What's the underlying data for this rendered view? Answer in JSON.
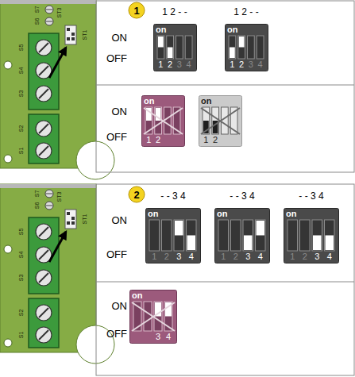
{
  "diagram": {
    "nodes": [
      {
        "text": [
          "on",
          "1",
          "2",
          "3",
          "4"
        ]
      },
      {
        "text": [
          "on",
          "1",
          "2",
          "3",
          "4"
        ]
      },
      {
        "text": [
          "on",
          "1",
          "2"
        ]
      },
      {
        "text": [
          "on",
          "1",
          "2"
        ]
      },
      {
        "text": [
          "on",
          "1",
          "2",
          "3",
          "4"
        ]
      },
      {
        "text": [
          "on",
          "1",
          "2",
          "3",
          "4"
        ]
      },
      {
        "text": [
          "on",
          "1",
          "2",
          "3",
          "4"
        ]
      },
      {
        "text": [
          "on",
          "3",
          "4"
        ]
      }
    ],
    "labels": [
      "1",
      "1 2 - -",
      "1 2 - -",
      "ON",
      "OFF",
      "ON",
      "OFF",
      "ST3",
      "S7",
      "S6",
      "S5",
      "S4",
      "S3",
      "S2",
      "S1",
      "ST1",
      "2",
      "- - 3 4",
      "- - 3 4",
      "- - 3 4",
      "ON",
      "OFF",
      "ON",
      "OFF",
      "ST3",
      "S7",
      "S6",
      "S5",
      "S4",
      "S3",
      "S2",
      "S1",
      "ST1"
    ]
  }
}
